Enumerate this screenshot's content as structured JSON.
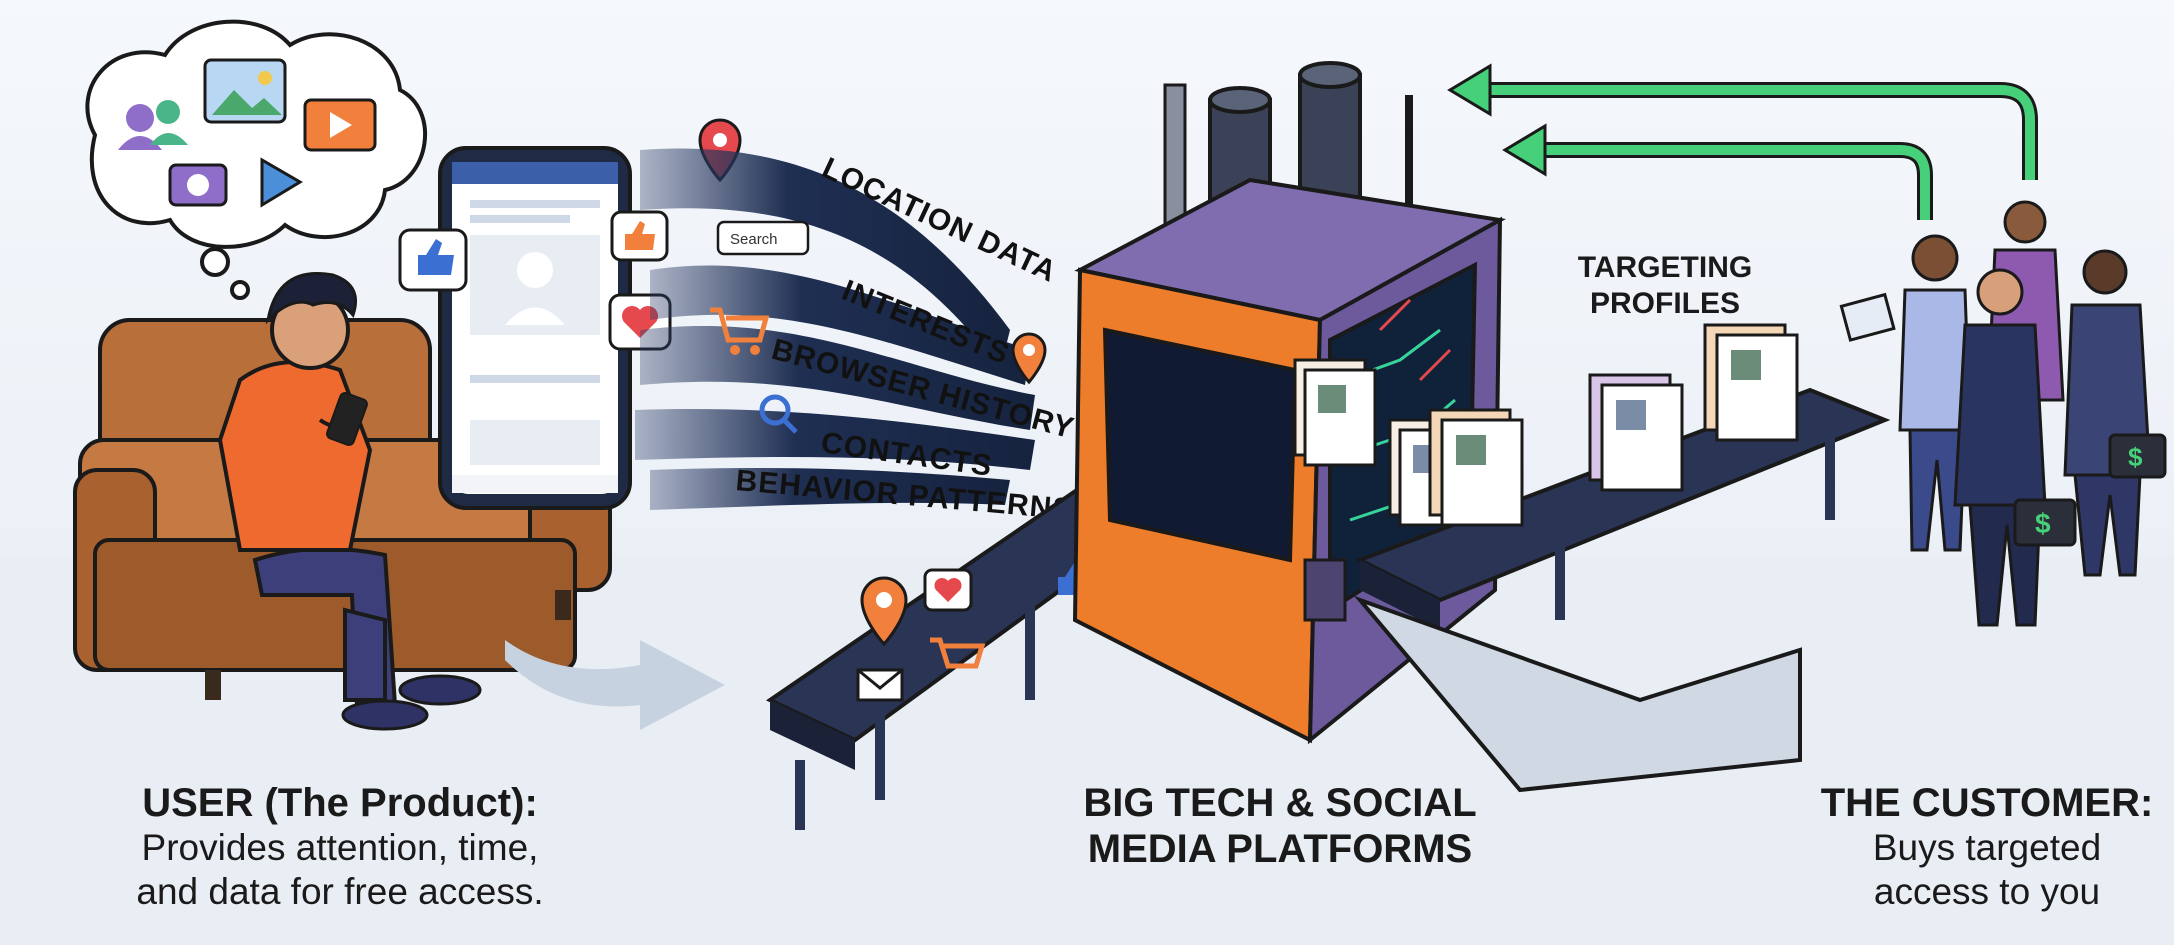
{
  "user": {
    "title": "USER (The Product):",
    "line1": "Provides attention, time,",
    "line2": "and data for free access."
  },
  "platform": {
    "line1": "BIG TECH & SOCIAL",
    "line2": "MEDIA PLATFORMS"
  },
  "customer": {
    "title": "THE CUSTOMER:",
    "line1": "Buys targeted",
    "line2": "access to you"
  },
  "streams": [
    "LOCATION DATA",
    "INTERESTS",
    "BROWSER HISTORY",
    "CONTACTS",
    "BEHAVIOR PATTERNS"
  ],
  "profiles_label": {
    "line1": "TARGETING",
    "line2": "PROFILES"
  },
  "search_chip": "Search",
  "colors": {
    "machine_orange": "#ee7d2b",
    "machine_purple": "#6c5a9c",
    "arrow_green": "#47d07a",
    "stream_navy": "#1f2f52",
    "shirt_orange": "#ef6a2f",
    "sofa_brown": "#b96f3a"
  }
}
